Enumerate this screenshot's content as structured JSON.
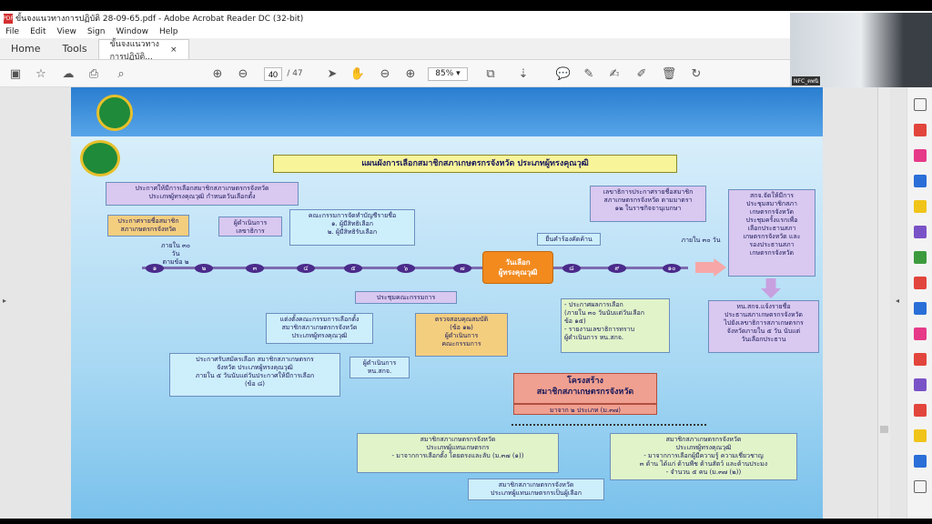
{
  "window": {
    "title": "ขั้นจงแนวทางการปฏิบัติ 28-09-65.pdf - Adobe Acrobat Reader DC (32-bit)"
  },
  "menu": [
    "File",
    "Edit",
    "View",
    "Sign",
    "Window",
    "Help"
  ],
  "tabs": {
    "home": "Home",
    "tools": "Tools",
    "doc": "ขั้นจงแนวทางการปฏิบัติ..."
  },
  "toolbar": {
    "page_current": "40",
    "page_total": "/ 47",
    "zoom": "85%"
  },
  "webcam": {
    "label": "NFC_ตพนิ"
  },
  "slide": {
    "title": "แผนผังการเลือกสมาชิกสภาเกษตรกรจังหวัด ประเภทผู้ทรงคุณวุฒิ",
    "box1": "ประกาศให้มีการเลือกสมาชิกสภาเกษตรกรจังหวัด\nประเภทผู้ทรงคุณวุฒิ กำหนดวันเลือกตั้ง",
    "box2": "ประกาศรายชื่อสมาชิก\nสภาเกษตรกรจังหวัด",
    "box3": "ผู้ดำเนินการ\nเลขาธิการ",
    "box4": "คณะกรรมการจัดทำบัญชีรายชื่อ\n๑. ผู้มีสิทธิเลือก\n๒. ผู้มีสิทธิรับเลือก",
    "box5": "เลขาธิการประกาศรายชื่อสมาชิก\nสภาเกษตรกรจังหวัด ตามมาตรา\n๑๒ ในราชกิจจานุเบกษา",
    "box6": "สกจ.จัดให้มีการ\nประชุมสมาชิกสภา\nเกษตรกรจังหวัด\nประชุมครั้งแรกเพื่อ\nเลือกประธานสภา\nเกษตรกรจังหวัด และ\nรองประธานสภา\nเกษตรกรจังหวัด",
    "label_days1": "ภายใน ๓๐ วัน\nตามข้อ ๒",
    "label_days2": "ภายใน ๓๐ วัน",
    "claim": "ยื่นคำร้องคัดค้าน",
    "vote_day": "วันเลือก\nผู้ทรงคุณวุฒิ",
    "nodes": [
      "๑",
      "๒",
      "๓",
      "๔",
      "๕",
      "๖",
      "๗",
      "๘",
      "๙",
      "๑๐"
    ],
    "meeting": "ประชุมคณะกรรมการ",
    "box_committee": "แต่งตั้งคณะกรรมการเลือกตั้ง\nสมาชิกสภาเกษตรกรจังหวัด\nประเภทผู้ทรงคุณวุฒิ",
    "box_check": "ตรวจสอบคุณสมบัติ\n(ข้อ ๑๒)\nผู้ดำเนินการ\nคณะกรรมการ",
    "box_result": "- ประกาศผลการเลือก\n(ภายใน ๓๐ วันนับแต่วันเลือก\nข้อ ๑๕)\n- รายงานเลขาธิการทราบ\nผู้ดำเนินการ หน.สกจ.",
    "box_report": "หน.สกจ.แจ้งรายชื่อ\nประธานสภาเกษตรกรจังหวัด\nไปยังเลขาธิการสภาเกษตรกร\nจังหวัดภายใน ๕ วัน นับแต่\nวันเลือกประธาน",
    "box_apply": "ประกาศรับสมัครเลือก สมาชิกสภาเกษตรกร\nจังหวัด ประเภทผู้ทรงคุณวุฒิ\nภายใน ๕ วันนับแต่วันประกาศให้มีการเลือก\n(ข้อ ๘)",
    "box_op": "ผู้ดำเนินการ\nหน.สกจ.",
    "structure": "โครงสร้าง\nสมาชิกสภาเกษตรกรจังหวัด",
    "structure_sub": "มาจาก ๒ ประเภท (ม.๓๗)",
    "box_rep": "สมาชิกสภาเกษตรกรจังหวัด\nประเภทผู้แทนเกษตรกร\n- มาจากการเลือกตั้ง โดยตรงและลับ (ม.๓๗ (๑))",
    "box_expert": "สมาชิกสภาเกษตรกรจังหวัด\nประเภทผู้ทรงคุณวุฒิ\n- มาจากการเลือกผู้มีความรู้ ความเชี่ยวชาญ\n๓ ด้าน ได้แก่ ด้านพืช ด้านสัตว์ และด้านประมง\n- จำนวน ๕ คน (ม.๓๗ (๒))",
    "box_elect": "สมาชิกสภาเกษตรกรจังหวัด\nประเภทผู้แทนเกษตรกรเป็นผู้เลือก"
  },
  "colors": {
    "accent": "#d32f2f",
    "nodes": "#4a2a8a",
    "vote": "#f28a1e"
  }
}
